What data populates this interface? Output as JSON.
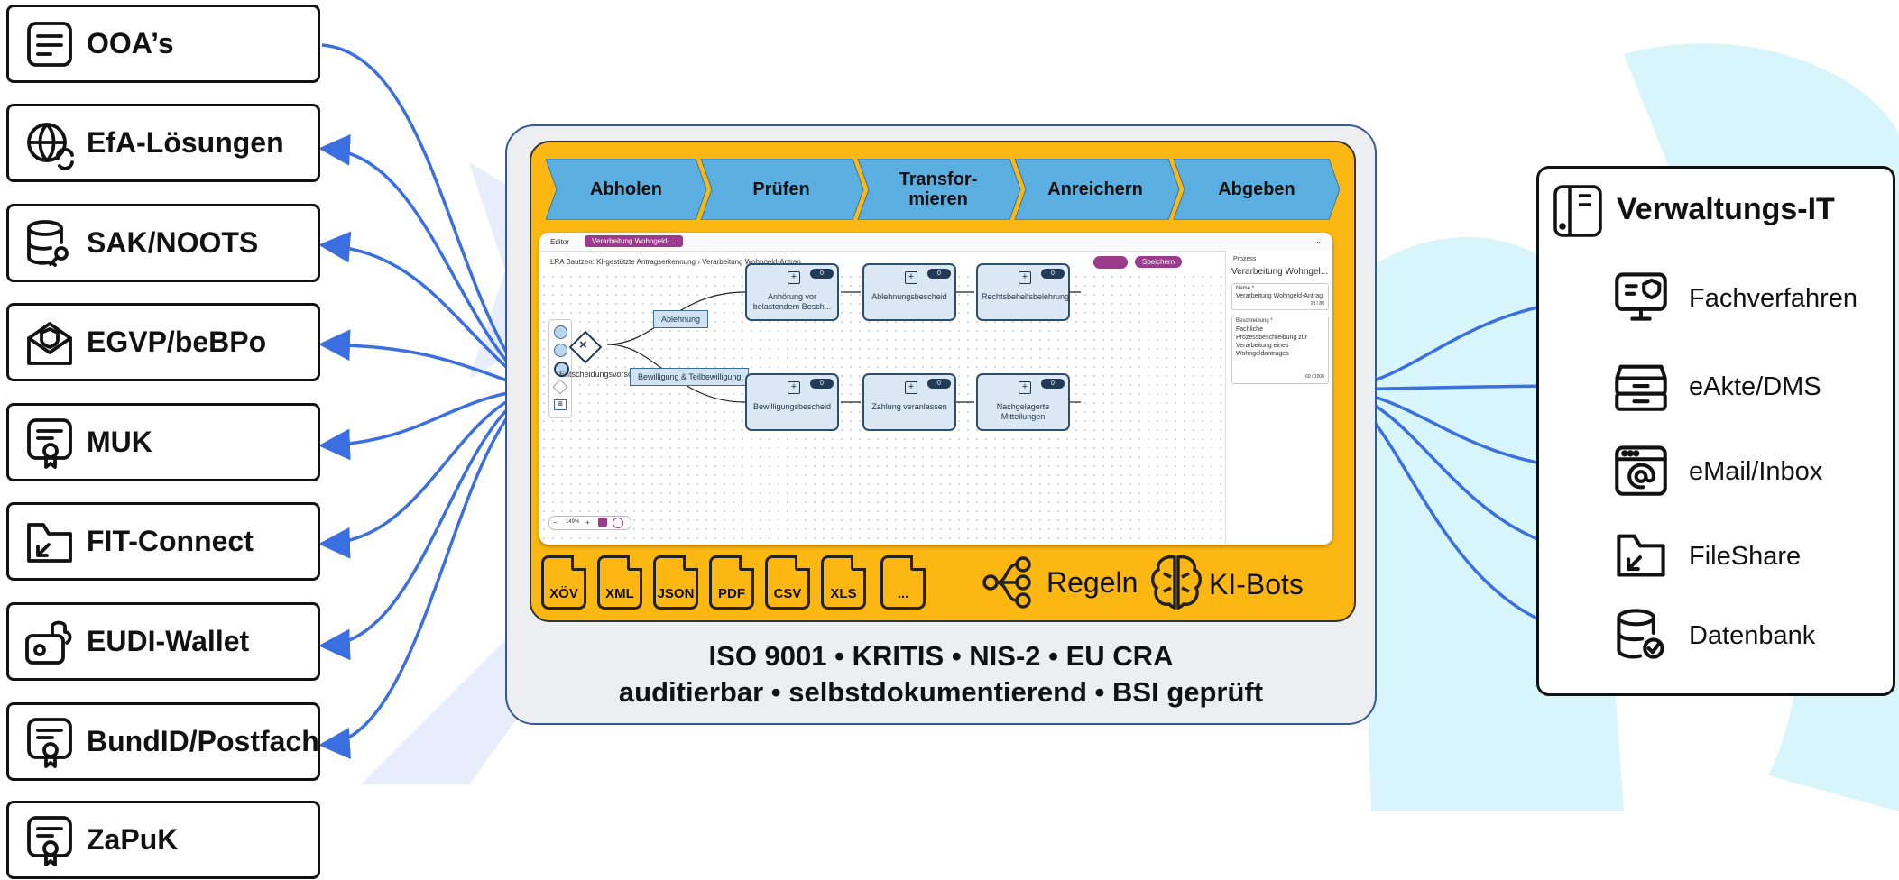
{
  "left_sources": [
    {
      "label": "OOA’s",
      "icon": "document-lines-icon"
    },
    {
      "label": "EfA-Lösungen",
      "icon": "globe-sync-icon"
    },
    {
      "label": "SAK/NOOTS",
      "icon": "database-key-icon"
    },
    {
      "label": "EGVP/beBPo",
      "icon": "mail-shield-icon"
    },
    {
      "label": "MUK",
      "icon": "certificate-icon"
    },
    {
      "label": "FIT-Connect",
      "icon": "folder-arrow-icon"
    },
    {
      "label": "EUDI-Wallet",
      "icon": "wallet-icon"
    },
    {
      "label": "BundID/Postfach",
      "icon": "certificate-icon"
    },
    {
      "label": "ZaPuK",
      "icon": "certificate-icon"
    }
  ],
  "process_steps": [
    "Abholen",
    "Prüfen",
    "Transfor-\nmieren",
    "Anreichern",
    "Abgeben"
  ],
  "editor": {
    "tab_editor": "Editor",
    "tab_active": "Verarbeitung Wohngeld-...",
    "breadcrumb_1": "LRA Bautzen: KI-gestützte Antragserkennung",
    "breadcrumb_2": "Verarbeitung Wohngeld-Antrag",
    "save_label": "Speichern",
    "gateway_label": "Entscheidungsvorschlag",
    "edge_reject": "Ablehnung",
    "edge_approve": "Bewilligung & Teilbewilligung",
    "nodes_top": [
      "Anhörung vor belastendem Besch...",
      "Ablehnungsbescheid",
      "Rechtsbehelfsbelehrung"
    ],
    "nodes_bottom": [
      "Bewilligungsbescheid",
      "Zahlung veranlassen",
      "Nachgelagerte Mitteilungen"
    ],
    "node_badge": "0",
    "zoom": "149%",
    "panel_header": "Prozess",
    "panel_title": "Verarbeitung Wohngel...",
    "name_label": "Name *",
    "name_value": "Verarbeitung Wohngeld-Antrag",
    "name_count": "28 / 80",
    "desc_label": "Beschreibung *",
    "desc_value": "Fachliche Prozessbeschreibung zur Verarbeitung eines Wohngeldantrages",
    "desc_count": "69 / 1000"
  },
  "formats": [
    "XÖV",
    "XML",
    "JSON",
    "PDF",
    "CSV",
    "XLS",
    "..."
  ],
  "rules_label": "Regeln",
  "bots_label": "KI-Bots",
  "bottom_line1": "ISO 9001 • KRITIS • NIS-2 • EU CRA",
  "bottom_line2": "auditierbar • selbstdokumentierend • BSI geprüft",
  "right_title": "Verwaltungs-IT",
  "right_targets": [
    {
      "label": "Fachverfahren",
      "icon": "monitor-shield-icon"
    },
    {
      "label": "eAkte/DMS",
      "icon": "archive-box-icon"
    },
    {
      "label": "eMail/Inbox",
      "icon": "browser-at-icon"
    },
    {
      "label": "FileShare",
      "icon": "folder-arrow-icon"
    },
    {
      "label": "Datenbank",
      "icon": "database-check-icon"
    }
  ],
  "colors": {
    "accent_orange": "#fcb712",
    "connector_blue": "#3b6fe0",
    "bg_arrow": "#e7edfb",
    "bg_cyan": "#d7f5fb"
  }
}
